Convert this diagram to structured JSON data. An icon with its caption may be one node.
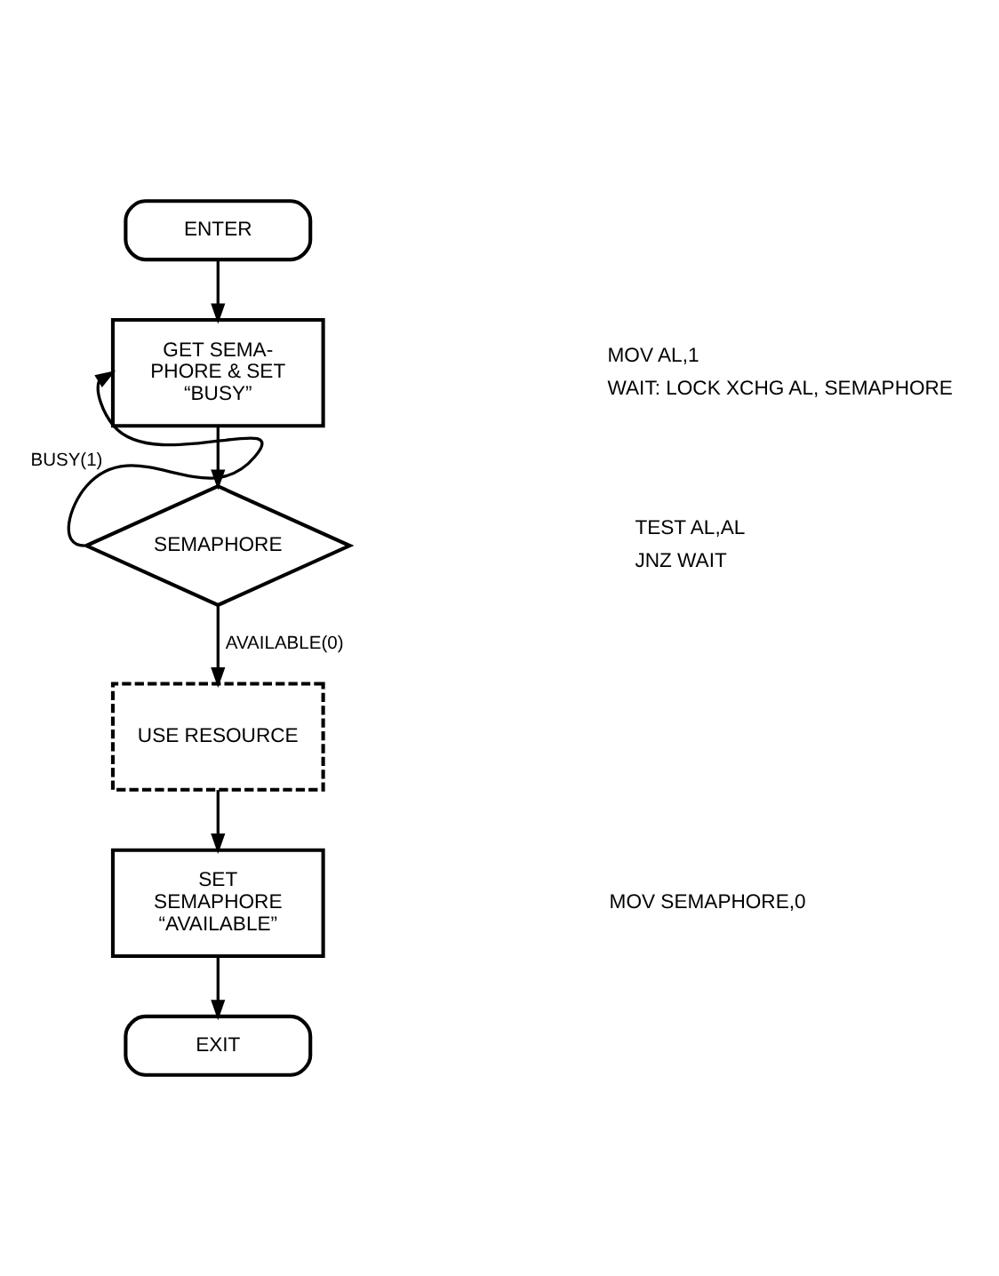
{
  "diagram": {
    "nodes": [
      {
        "text": [
          "ENTER"
        ]
      },
      {
        "text": [
          "GET SEMA- PHORE & SET “BUSY”"
        ]
      },
      {
        "text": [
          "SEMAPHORE"
        ]
      },
      {
        "text": [
          "USE RESOURCE"
        ]
      },
      {
        "text": [
          "SET SEMAPHORE “AVAILABLE”"
        ]
      },
      {
        "text": [
          "EXIT"
        ]
      }
    ],
    "edges": [
      {
        "from": 0,
        "to": 1,
        "arrow": "to"
      },
      {
        "from": 1,
        "to": 2,
        "arrow": "to"
      },
      {
        "from": 2,
        "to": 1,
        "arrow": "to",
        "label": "BUSY(1)"
      },
      {
        "from": 2,
        "to": 3,
        "arrow": "to",
        "label": "AVAILABLE(0)"
      },
      {
        "from": 3,
        "to": 4,
        "arrow": "to"
      },
      {
        "from": 4,
        "to": 5,
        "arrow": "to"
      }
    ],
    "labels": [
      "MOV AL,1",
      "WAIT: LOCK XCHG AL, SEMAPHORE",
      "TEST AL,AL",
      "JNZ WAIT",
      "MOV SEMAPHORE,0"
    ]
  }
}
